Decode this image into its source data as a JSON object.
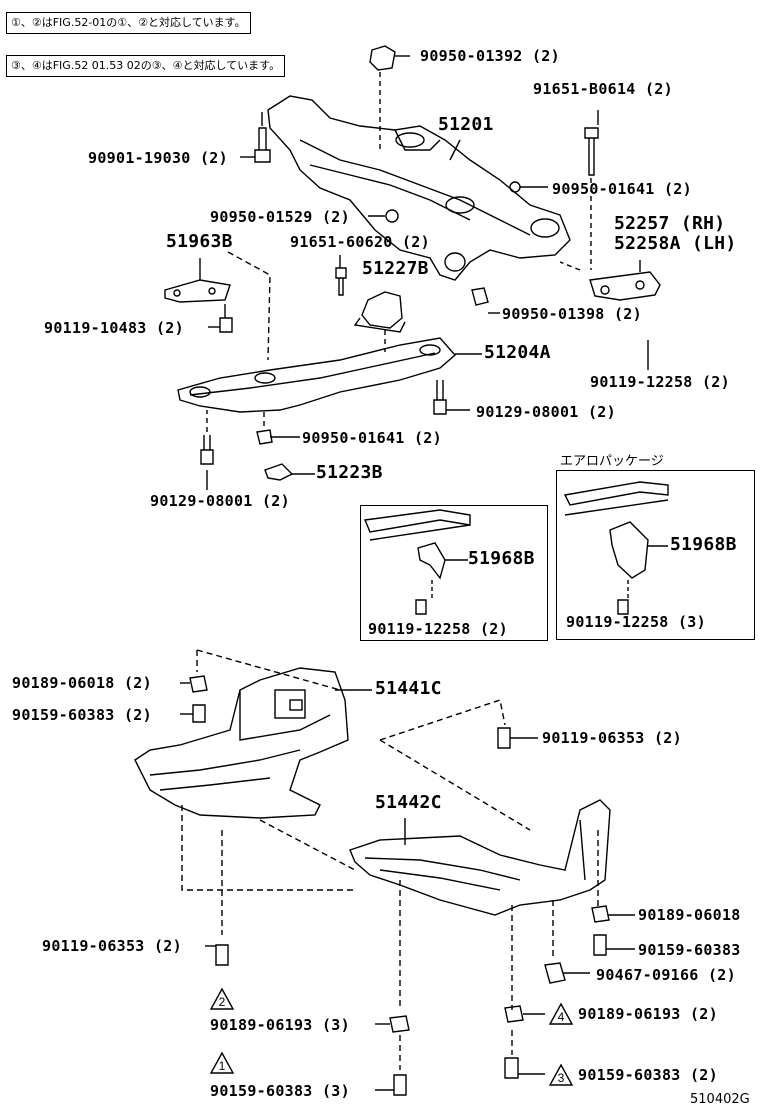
{
  "notes": [
    {
      "text": "①、②はFIG.52-01の①、②と対応しています。"
    },
    {
      "text": "③、④はFIG.52 01.53 02の③、④と対応しています。"
    }
  ],
  "inset_right_title": "エアロパッケージ",
  "diagram_code": "510402G",
  "parts": {
    "p51201": "51201",
    "p90950_01392": "90950-01392 (2)",
    "p91651_B0614": "91651-B0614 (2)",
    "p90901_19030": "90901-19030 (2)",
    "p90950_01641a": "90950-01641 (2)",
    "p90950_01529": "90950-01529 (2)",
    "p52257": "52257 (RH)",
    "p52258A": "52258A (LH)",
    "p51963B": "51963B",
    "p91651_60620": "91651-60620 (2)",
    "p51227B": "51227B",
    "p90950_01398": "90950-01398 (2)",
    "p90119_10483": "90119-10483 (2)",
    "p51204A": "51204A",
    "p90119_12258a": "90119-12258 (2)",
    "p90129_08001a": "90129-08001 (2)",
    "p90950_01641b": "90950-01641 (2)",
    "p51223B": "51223B",
    "p90129_08001b": "90129-08001 (2)",
    "p51968B_left": "51968B",
    "p90119_12258b": "90119-12258 (2)",
    "p51968B_right": "51968B",
    "p90119_12258c": "90119-12258 (3)",
    "p90189_06018a": "90189-06018 (2)",
    "p51441C": "51441C",
    "p90159_60383a": "90159-60383 (2)",
    "p90119_06353a": "90119-06353 (2)",
    "p51442C": "51442C",
    "p90189_06018b": "90189-06018",
    "p90119_06353b": "90119-06353 (2)",
    "p90159_60383b": "90159-60383",
    "p90467_09166": "90467-09166 (2)",
    "p90189_06193a": "90189-06193 (3)",
    "p90189_06193b": "90189-06193 (2)",
    "p90159_60383c": "90159-60383 (3)",
    "p90159_60383d": "90159-60383 (2)"
  },
  "markers": {
    "m2": "2",
    "m1": "1",
    "m4": "4",
    "m3": "3"
  }
}
